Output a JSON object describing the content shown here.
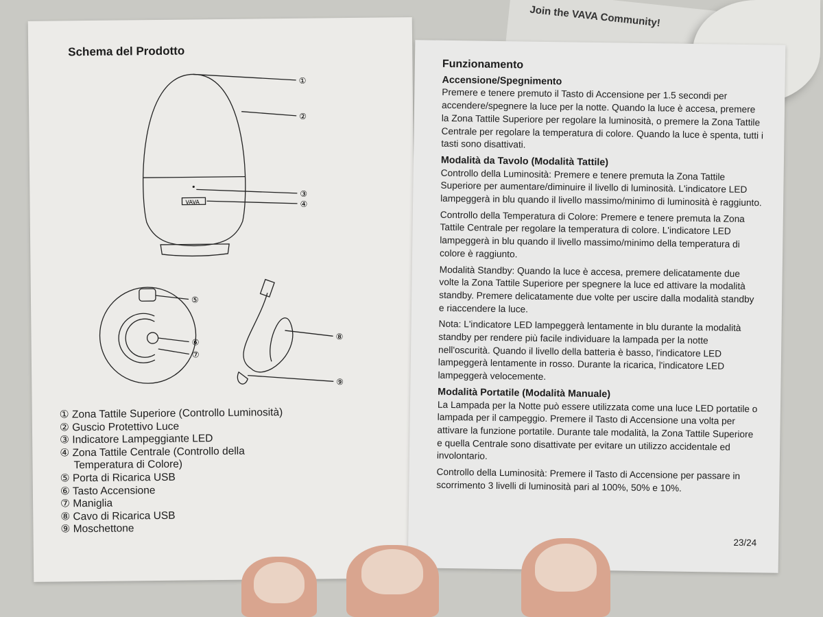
{
  "background": {
    "back_sheet_heading": "Join the VAVA Community!"
  },
  "left_page": {
    "title": "Schema del Prodotto",
    "diagram_logo": "VAVA",
    "callouts": [
      "①",
      "②",
      "③",
      "④",
      "⑤",
      "⑥",
      "⑦",
      "⑧",
      "⑨"
    ],
    "legend": [
      "① Zona Tattile Superiore (Controllo Luminosità)",
      "② Guscio Protettivo Luce",
      "③ Indicatore Lampeggiante LED",
      "④ Zona Tattile Centrale (Controllo della",
      "Temperatura di Colore)",
      "⑤ Porta di Ricarica USB",
      "⑥ Tasto Accensione",
      "⑦ Maniglia",
      "⑧ Cavo di Ricarica USB",
      "⑨ Moschettone"
    ]
  },
  "right_page": {
    "title": "Funzionamento",
    "sections": [
      {
        "heading": "Accensione/Spegnimento",
        "paragraphs": [
          "Premere e tenere premuto il Tasto di Accensione per 1.5 secondi per accendere/spegnere la luce per la notte. Quando la luce è accesa, premere la Zona Tattile Superiore per regolare la luminosità, o premere la Zona Tattile Centrale per regolare la temperatura di colore. Quando la luce è spenta, tutti i tasti sono disattivati."
        ]
      },
      {
        "heading": "Modalità da Tavolo (Modalità Tattile)",
        "paragraphs": [
          "Controllo della Luminosità: Premere e tenere premuta la Zona Tattile Superiore per aumentare/diminuire il livello di luminosità. L'indicatore LED lampeggerà in blu quando il livello massimo/minimo di luminosità è raggiunto.",
          "Controllo della Temperatura di Colore: Premere e tenere premuta la Zona Tattile Centrale per regolare la temperatura di colore. L'indicatore LED lampeggerà in blu quando il livello massimo/minimo della temperatura di colore è raggiunto.",
          "Modalità Standby: Quando la luce è accesa, premere delicatamente due volte la Zona Tattile Superiore per spegnere la luce ed attivare la modalità standby. Premere delicatamente due volte per uscire dalla modalità standby e riaccendere la luce.",
          "Nota: L'indicatore LED lampeggerà lentamente in blu durante la modalità standby per rendere più facile individuare la lampada per la notte nell'oscurità. Quando il livello della batteria è basso, l'indicatore LED lampeggerà lentamente in rosso. Durante la ricarica, l'indicatore LED lampeggerà velocemente."
        ]
      },
      {
        "heading": "Modalità Portatile (Modalità Manuale)",
        "paragraphs": [
          "La Lampada per la Notte può essere utilizzata come una luce LED portatile o lampada per il campeggio. Premere il Tasto di Accensione una volta per attivare la funzione portatile. Durante tale modalità, la Zona Tattile Superiore e quella Centrale sono disattivate per evitare un utilizzo accidentale ed involontario.",
          "Controllo della Luminosità: Premere il Tasto di Accensione per passare in scorrimento 3 livelli di luminosità pari al 100%, 50% e 10%."
        ]
      }
    ],
    "page_number": "23/24"
  }
}
